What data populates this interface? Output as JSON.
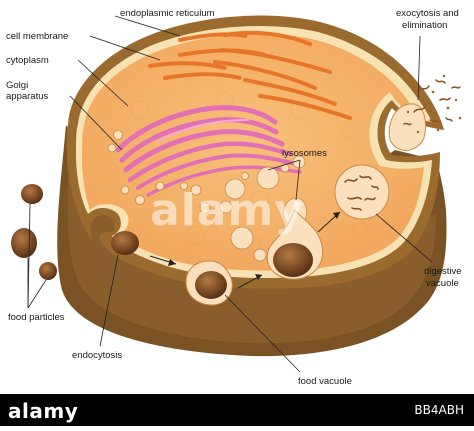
{
  "labels": {
    "endoplasmic_reticulum": "endoplasmic reticulum",
    "cell_membrane": "cell membrane",
    "cytoplasm": "cytoplasm",
    "golgi_line1": "Golgi",
    "golgi_line2": "apparatus",
    "lysosomes": "lysosomes",
    "exocytosis_line1": "exocytosis and",
    "exocytosis_line2": "elimination",
    "digestive_line1": "digestive",
    "digestive_line2": "vacuole",
    "food_particles": "food particles",
    "endocytosis": "endocytosis",
    "food_vacuole": "food vacuole"
  },
  "watermark": {
    "brand": "alamy",
    "image_id": "BB4ABH"
  },
  "colors": {
    "cytoplasm": "#f6b468",
    "membrane_outer": "#9b6a2e",
    "membrane_inner": "#f7e2b4",
    "side_wall": "#7a5224",
    "reticulum": "#e8762a",
    "golgi": "#e36fb4",
    "vesicle": "#fbe0bd",
    "food": "#7b4a24",
    "leader": "#222222"
  }
}
